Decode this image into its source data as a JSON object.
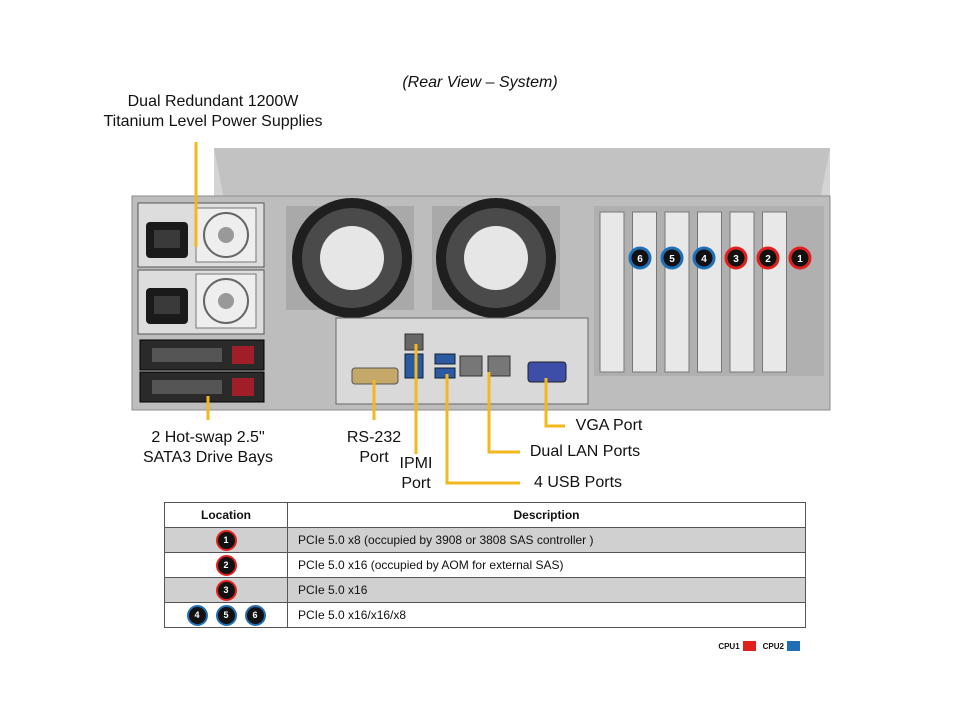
{
  "title": "(Rear View – System)",
  "callouts": {
    "psu": "Dual Redundant 1200W\nTitanium Level Power Supplies",
    "drives": "2 Hot-swap 2.5\"\nSATA3 Drive Bays",
    "rs232": "RS-232\nPort",
    "ipmi": "IPMI\nPort",
    "usb": "4 USB Ports",
    "lan": "Dual LAN Ports",
    "vga": "VGA Port"
  },
  "slot_badges": [
    {
      "num": "6",
      "cpu": "CPU2"
    },
    {
      "num": "5",
      "cpu": "CPU2"
    },
    {
      "num": "4",
      "cpu": "CPU2"
    },
    {
      "num": "3",
      "cpu": "CPU1"
    },
    {
      "num": "2",
      "cpu": "CPU1"
    },
    {
      "num": "1",
      "cpu": "CPU1"
    }
  ],
  "table": {
    "headers": {
      "location": "Location",
      "description": "Description"
    },
    "rows": [
      {
        "badges": [
          "1"
        ],
        "cpu": "CPU1",
        "description": "PCIe 5.0 x8 (occupied by 3908 or 3808 SAS controller )"
      },
      {
        "badges": [
          "2"
        ],
        "cpu": "CPU1",
        "description": "PCIe 5.0 x16 (occupied by AOM for external SAS)"
      },
      {
        "badges": [
          "3"
        ],
        "cpu": "CPU1",
        "description": "PCIe 5.0 x16"
      },
      {
        "badges": [
          "4",
          "5",
          "6"
        ],
        "cpu": "CPU2",
        "description": "PCIe 5.0 x16/x16/x8"
      }
    ]
  },
  "legend": {
    "cpu1_label": "CPU1",
    "cpu2_label": "CPU2"
  },
  "colors": {
    "cpu1": "#e0201c",
    "cpu2": "#1e6fb5",
    "leader_line": "#f2b81e",
    "chassis": "#c9c9c9"
  }
}
